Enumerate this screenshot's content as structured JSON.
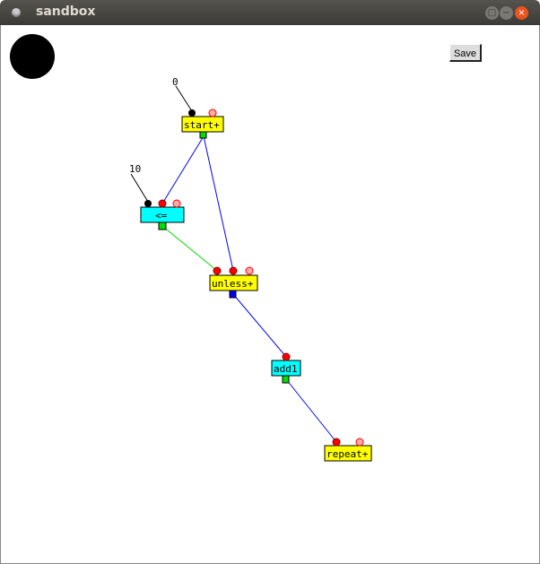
{
  "window": {
    "title": "sandbox"
  },
  "toolbar": {
    "save_label": "Save"
  },
  "nodes": {
    "start": "start+",
    "le": "<=",
    "unless": "unless+",
    "add1": "add1",
    "repeat": "repeat+"
  },
  "constants": {
    "c0": "0",
    "c10": "10"
  },
  "colors": {
    "yellow": "#ffff00",
    "cyan": "#00ffff",
    "wire_blue": "#0000ff",
    "wire_green": "#00dd00",
    "port_red": "#ff0000",
    "port_pink": "#ffaaaa"
  }
}
